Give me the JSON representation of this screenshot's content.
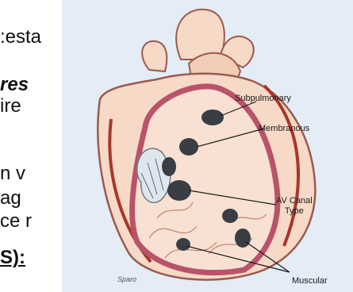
{
  "slide_text_fragments": [
    ":esta",
    "res",
    "ire",
    "n v",
    "ag",
    "ce r",
    "S):"
  ],
  "diagram": {
    "labels": {
      "subpulmonary": "Subpulmonary",
      "membranous": "Membranous",
      "av_canal_line1": "AV Canal",
      "av_canal_line2": "Type",
      "muscular": "Muscular"
    },
    "signature": "Sparo"
  },
  "colors": {
    "background": "#e4ecf6",
    "heart_fill": "#f6d9c6",
    "heart_outline": "#9a5a4e",
    "septum_rim": "#b9536a",
    "coronary_vessels": "#a8362a",
    "defects": "#3a3d44"
  }
}
